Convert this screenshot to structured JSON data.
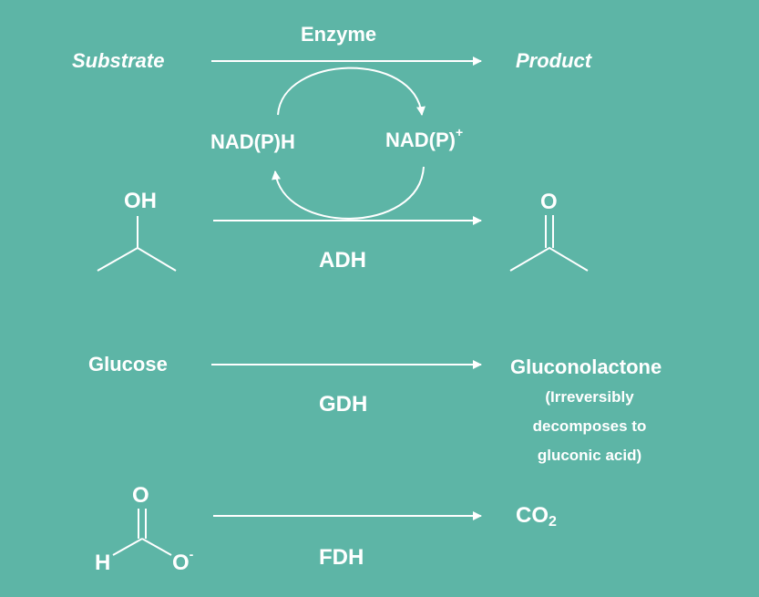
{
  "scheme": {
    "header": {
      "substrate": "Substrate",
      "enzyme": "Enzyme",
      "product": "Product"
    },
    "cofactor": {
      "reduced": "NAD(P)H",
      "oxidized_base": "NAD(P)",
      "oxidized_charge": "+"
    },
    "adh": {
      "enzyme": "ADH",
      "substrate_oh": "OH",
      "product_o": "O"
    },
    "gdh": {
      "substrate": "Glucose",
      "enzyme": "GDH",
      "product": "Gluconolactone",
      "note_lines": [
        "(Irreversibly",
        "decomposes to",
        "gluconic acid)"
      ]
    },
    "fdh": {
      "enzyme": "FDH",
      "formate_o": "O",
      "formate_h": "H",
      "formate_o_minus": "O",
      "formate_charge": "-",
      "product_base": "CO",
      "product_subscript": "2"
    }
  },
  "colors": {
    "background": "#5db5a6",
    "foreground": "#ffffff"
  }
}
